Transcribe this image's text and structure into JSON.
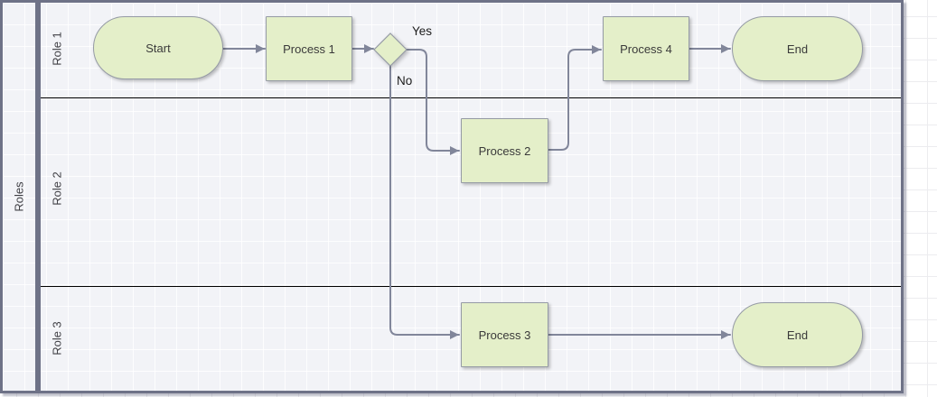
{
  "diagram": {
    "type": "flowchart-swimlane",
    "pool": {
      "label": "Roles"
    },
    "lanes": [
      {
        "label": "Role 1"
      },
      {
        "label": "Role 2"
      },
      {
        "label": "Role 3"
      }
    ],
    "nodes": {
      "start": {
        "label": "Start",
        "shape": "terminator",
        "lane": "Role 1"
      },
      "process1": {
        "label": "Process 1",
        "shape": "process",
        "lane": "Role 1"
      },
      "decision": {
        "label": "",
        "shape": "decision",
        "lane": "Role 1"
      },
      "process2": {
        "label": "Process 2",
        "shape": "process",
        "lane": "Role 2"
      },
      "process3": {
        "label": "Process 3",
        "shape": "process",
        "lane": "Role 3"
      },
      "process4": {
        "label": "Process 4",
        "shape": "process",
        "lane": "Role 1"
      },
      "end1": {
        "label": "End",
        "shape": "terminator",
        "lane": "Role 1"
      },
      "end2": {
        "label": "End",
        "shape": "terminator",
        "lane": "Role 3"
      }
    },
    "edges": [
      {
        "from": "start",
        "to": "process1",
        "label": ""
      },
      {
        "from": "process1",
        "to": "decision",
        "label": ""
      },
      {
        "from": "decision",
        "to": "process2",
        "label": "Yes"
      },
      {
        "from": "decision",
        "to": "process3",
        "label": "No"
      },
      {
        "from": "process2",
        "to": "process4",
        "label": ""
      },
      {
        "from": "process4",
        "to": "end1",
        "label": ""
      },
      {
        "from": "process3",
        "to": "end2",
        "label": ""
      }
    ],
    "colors": {
      "shape_fill": "#e4efc9",
      "shape_border": "#959aa5",
      "connector": "#81869a",
      "pool_border": "#6e7287",
      "lane_divider": "#000000",
      "pool_background": "#f2f3f7",
      "canvas_background": "#ffffff",
      "text": "#3a3a3a"
    }
  }
}
